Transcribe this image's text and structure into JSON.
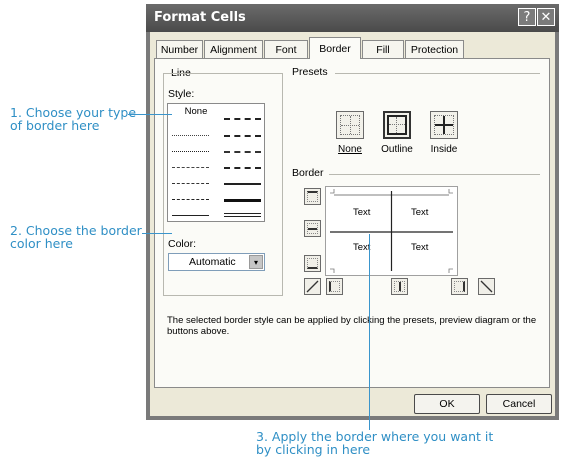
{
  "callouts": {
    "c1_line1": "1. Choose your type",
    "c1_line2": "of border here",
    "c2_line1": "2. Choose the border",
    "c2_line2": "color here",
    "c3_line1": "3. Apply the border where you want it",
    "c3_line2": "by clicking in here"
  },
  "dialog": {
    "title": "Format Cells",
    "help_glyph": "?",
    "close_glyph": "✕",
    "tabs": [
      {
        "label": "Number"
      },
      {
        "label": "Alignment"
      },
      {
        "label": "Font"
      },
      {
        "label": "Border",
        "active": true
      },
      {
        "label": "Fill"
      },
      {
        "label": "Protection"
      }
    ],
    "line": {
      "group_label": "Line",
      "style_label": "Style:",
      "none_label": "None",
      "color_label": "Color:",
      "color_value": "Automatic",
      "dropdown_glyph": "▾"
    },
    "presets": {
      "group_label": "Presets",
      "none": "None",
      "outline": "Outline",
      "inside": "Inside"
    },
    "border": {
      "group_label": "Border",
      "preview_text": [
        "Text",
        "Text",
        "Text",
        "Text"
      ]
    },
    "description": "The selected border style can be applied by clicking the presets, preview diagram or the buttons above.",
    "ok_label": "OK",
    "cancel_label": "Cancel"
  },
  "colors": {
    "callout": "#2f8fc5",
    "titlebar": "#5a5a5a",
    "dialog_bg": "#ece9d8"
  }
}
